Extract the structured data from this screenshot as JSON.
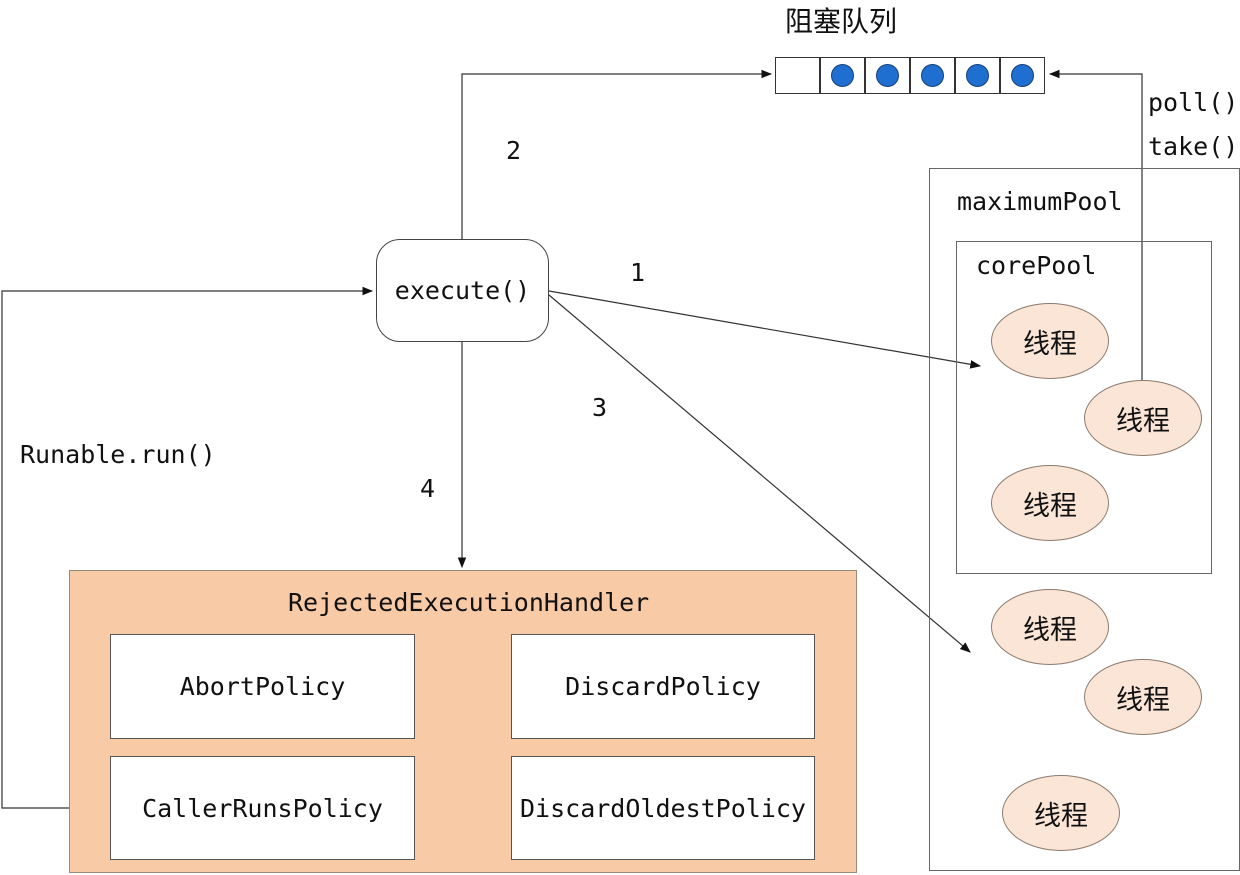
{
  "queue": {
    "title": "阻塞队列",
    "filled_slots": 5,
    "total_slots": 6,
    "dot_color": "#1f6fd1"
  },
  "execute_label": "execute()",
  "flow_labels": {
    "core": "1",
    "queue": "2",
    "max": "3",
    "reject": "4"
  },
  "caller_runs_label": "Runable.run()",
  "queue_ops": [
    "poll()",
    "take()"
  ],
  "pools": {
    "maximum": "maximumPool",
    "core": "corePool"
  },
  "threads": {
    "core": [
      "线程",
      "线程",
      "线程"
    ],
    "extra": [
      "线程",
      "线程",
      "线程"
    ]
  },
  "handler": {
    "title": "RejectedExecutionHandler",
    "fill_color": "#f8cba6",
    "policies": [
      "AbortPolicy",
      "DiscardPolicy",
      "CallerRunsPolicy",
      "DiscardOldestPolicy"
    ]
  },
  "thread_fill_color": "#fbe5d6"
}
